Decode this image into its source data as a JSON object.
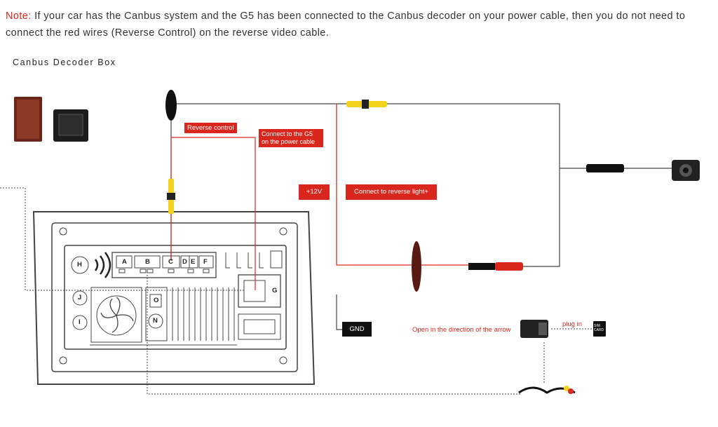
{
  "note": {
    "lead": "Note:",
    "text": " If your car has the Canbus system and the G5 has been connected to the Canbus decoder on your power cable, then you do not need to connect the red wires (Reverse Control) on the reverse video cable."
  },
  "canbus_title": "Canbus Decoder Box",
  "labels": {
    "reverse_control": "Reverse control",
    "connect_g5": "Connect to the G5 on the power cable",
    "plus12v": "+12V",
    "reverse_light": "Connect to reverse light+",
    "gnd": "GND",
    "open_direction": "Open in the direction of the arrow",
    "plug_in": "plug in",
    "sim_card": "SIM CARD"
  },
  "ports": [
    "A",
    "B",
    "C",
    "D",
    "E",
    "F",
    "G",
    "H",
    "J",
    "I",
    "O",
    "N"
  ],
  "colors": {
    "accent": "#d9271e",
    "yellow_connector": "#f2d21c",
    "wire": "#444444"
  }
}
